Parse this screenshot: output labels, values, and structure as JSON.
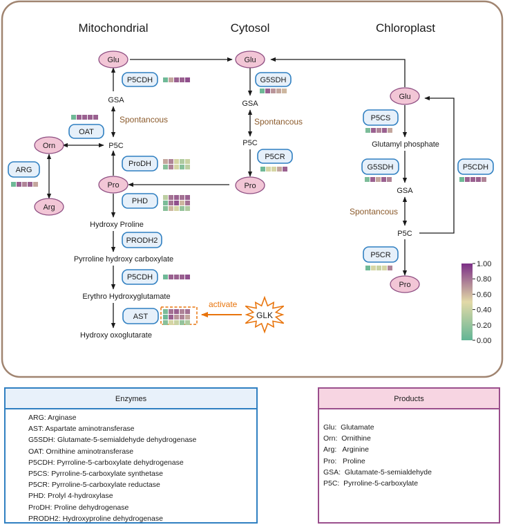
{
  "compartments": {
    "mitochondrial": "Mitochondrial",
    "cytosol": "Cytosol",
    "chloroplast": "Chloroplast"
  },
  "metabolites": {
    "glu": "Glu",
    "pro": "Pro",
    "orn": "Orn",
    "arg": "Arg",
    "gsa": "GSA",
    "p5c": "P5C",
    "glutamyl_phosphate": "Glutamyl phosphate",
    "hydroxy_proline": "Hydroxy Proline",
    "pyrroline_hydroxy_carboxylate": "Pyrroline hydroxy carboxylate",
    "erythro_hydroxyglutamate": "Erythro Hydroxyglutamate",
    "hydroxy_oxoglutarate": "Hydroxy oxoglutarate"
  },
  "enzymes": {
    "p5cdh": "P5CDH",
    "g5sdh": "G5SDH",
    "oat": "OAT",
    "p5cr": "P5CR",
    "arg": "ARG",
    "prodh": "ProDH",
    "p5cs": "P5CS",
    "phd": "PHD",
    "prodh2": "PRODH2",
    "ast": "AST",
    "glk": "GLK"
  },
  "labels": {
    "spontaneous": "Spontancous",
    "activate": "activate"
  },
  "colorbar": {
    "ticks": [
      "1.00",
      "0.80",
      "0.60",
      "0.40",
      "0.20",
      "0.00"
    ]
  },
  "colors": {
    "frame": "#A08470",
    "metabolite_fill": "#F2C6D6",
    "metabolite_stroke": "#8E4E82",
    "enzyme_fill": "#E6F0FA",
    "enzyme_stroke": "#2F7FC1",
    "orange": "#E8740C",
    "brown_text": "#8B5A2B"
  },
  "heatmap_scale": [
    "#62B595",
    "#E2D9A7",
    "#7B2E86"
  ],
  "heatmaps": {
    "mito_p5cdh_top": [
      [
        0.05,
        0.65,
        0.85,
        0.85,
        0.9
      ]
    ],
    "cyt_g5sdh": [
      [
        0.05,
        0.85,
        0.7,
        0.65,
        0.6
      ]
    ],
    "mito_oat": [
      [
        0.05,
        0.85,
        0.85,
        0.85,
        0.85
      ]
    ],
    "chl_p5cs": [
      [
        0.1,
        0.85,
        0.75,
        0.85,
        0.65
      ]
    ],
    "arg": [
      [
        0.05,
        0.85,
        0.75,
        0.85,
        0.65
      ]
    ],
    "mito_prodh": [
      [
        0.65,
        0.75,
        0.45,
        0.3,
        0.4
      ],
      [
        0.15,
        0.75,
        0.45,
        0.15,
        0.35
      ]
    ],
    "cyt_p5cr": [
      [
        0.05,
        0.45,
        0.45,
        0.65,
        0.85
      ]
    ],
    "chl_g5sdh": [
      [
        0.1,
        0.85,
        0.65,
        0.85,
        0.75
      ]
    ],
    "chl_p5cdh": [
      [
        0.05,
        0.85,
        0.85,
        0.85,
        0.75
      ]
    ],
    "phd": [
      [
        0.35,
        0.8,
        0.85,
        0.8,
        0.85
      ],
      [
        0.1,
        0.8,
        0.9,
        0.6,
        0.8
      ],
      [
        0.15,
        0.6,
        0.45,
        0.2,
        0.3
      ]
    ],
    "mito_p5cdh_bottom": [
      [
        0.05,
        0.85,
        0.85,
        0.85,
        0.9
      ]
    ],
    "chl_p5cr": [
      [
        0.05,
        0.45,
        0.4,
        0.45,
        0.75
      ]
    ],
    "ast": [
      [
        0.1,
        0.8,
        0.85,
        0.75,
        0.8
      ],
      [
        0.05,
        0.85,
        0.7,
        0.75,
        0.65
      ],
      [
        0.15,
        0.45,
        0.4,
        0.2,
        0.3
      ]
    ]
  },
  "enzyme_legend": {
    "title": "Enzymes",
    "items": [
      "ARG: Arginase",
      "AST: Aspartate aminotransferase",
      "G5SDH: Glutamate-5-semialdehyde dehydrogenase",
      "OAT: Ornithine aminotransferase",
      "P5CDH: Pyrroline-5-carboxylate dehydrogenase",
      "P5CS: Pyrroline-5-carboxylate synthetase",
      "P5CR: Pyrroline-5-carboxylate reductase",
      "PHD: Prolyl 4-hydroxylase",
      "ProDH: Proline dehydrogenase",
      "PRODH2: Hydroxyproline dehydrogenase"
    ]
  },
  "product_legend": {
    "title": "Products",
    "items": [
      "Glu:  Glutamate",
      "Orn:  Ornithine",
      "Arg:   Arginine",
      "Pro:   Proline",
      "GSA:  Glutamate-5-semialdehyde",
      "P5C:  Pyrroline-5-carboxylate"
    ]
  }
}
